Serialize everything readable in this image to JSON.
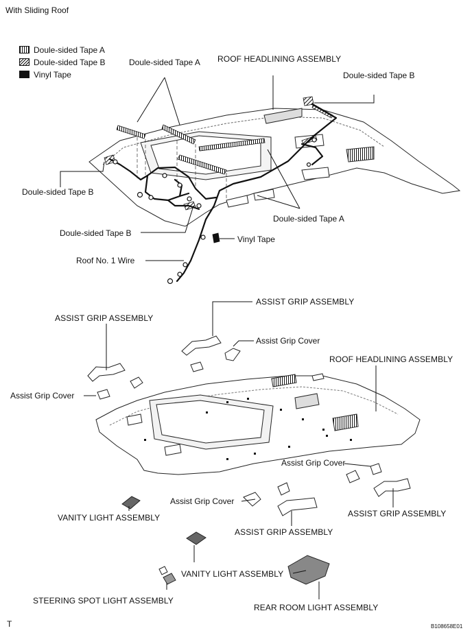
{
  "header": {
    "title": "With Sliding Roof"
  },
  "legend": [
    {
      "label": "Doule-sided Tape A"
    },
    {
      "label": "Doule-sided Tape B"
    },
    {
      "label": "Vinyl Tape"
    }
  ],
  "top_view": {
    "tape_a_top": "Doule-sided Tape A",
    "roof_headlining": "ROOF HEADLINING ASSEMBLY",
    "tape_b_right": "Doule-sided Tape B",
    "tape_b_left": "Doule-sided Tape B",
    "tape_a_bottom": "Doule-sided Tape A",
    "tape_b_lower": "Doule-sided Tape B",
    "vinyl_tape": "Vinyl Tape",
    "roof_wire": "Roof No. 1 Wire"
  },
  "bottom_view": {
    "assist_grip_top": "ASSIST GRIP ASSEMBLY",
    "assist_grip_left": "ASSIST GRIP ASSEMBLY",
    "cover_top": "Assist Grip Cover",
    "roof_headlining": "ROOF HEADLINING ASSEMBLY",
    "cover_left": "Assist Grip Cover",
    "cover_right": "Assist Grip Cover",
    "cover_mid": "Assist Grip Cover",
    "vanity_left": "VANITY LIGHT ASSEMBLY",
    "assist_grip_right": "ASSIST GRIP ASSEMBLY",
    "assist_grip_mid": "ASSIST GRIP ASSEMBLY",
    "vanity_mid": "VANITY LIGHT ASSEMBLY",
    "steering_spot": "STEERING SPOT LIGHT ASSEMBLY",
    "rear_room": "REAR ROOM LIGHT ASSEMBLY"
  },
  "footer": {
    "left_mark": "T",
    "figure_code": "B108658E01"
  }
}
